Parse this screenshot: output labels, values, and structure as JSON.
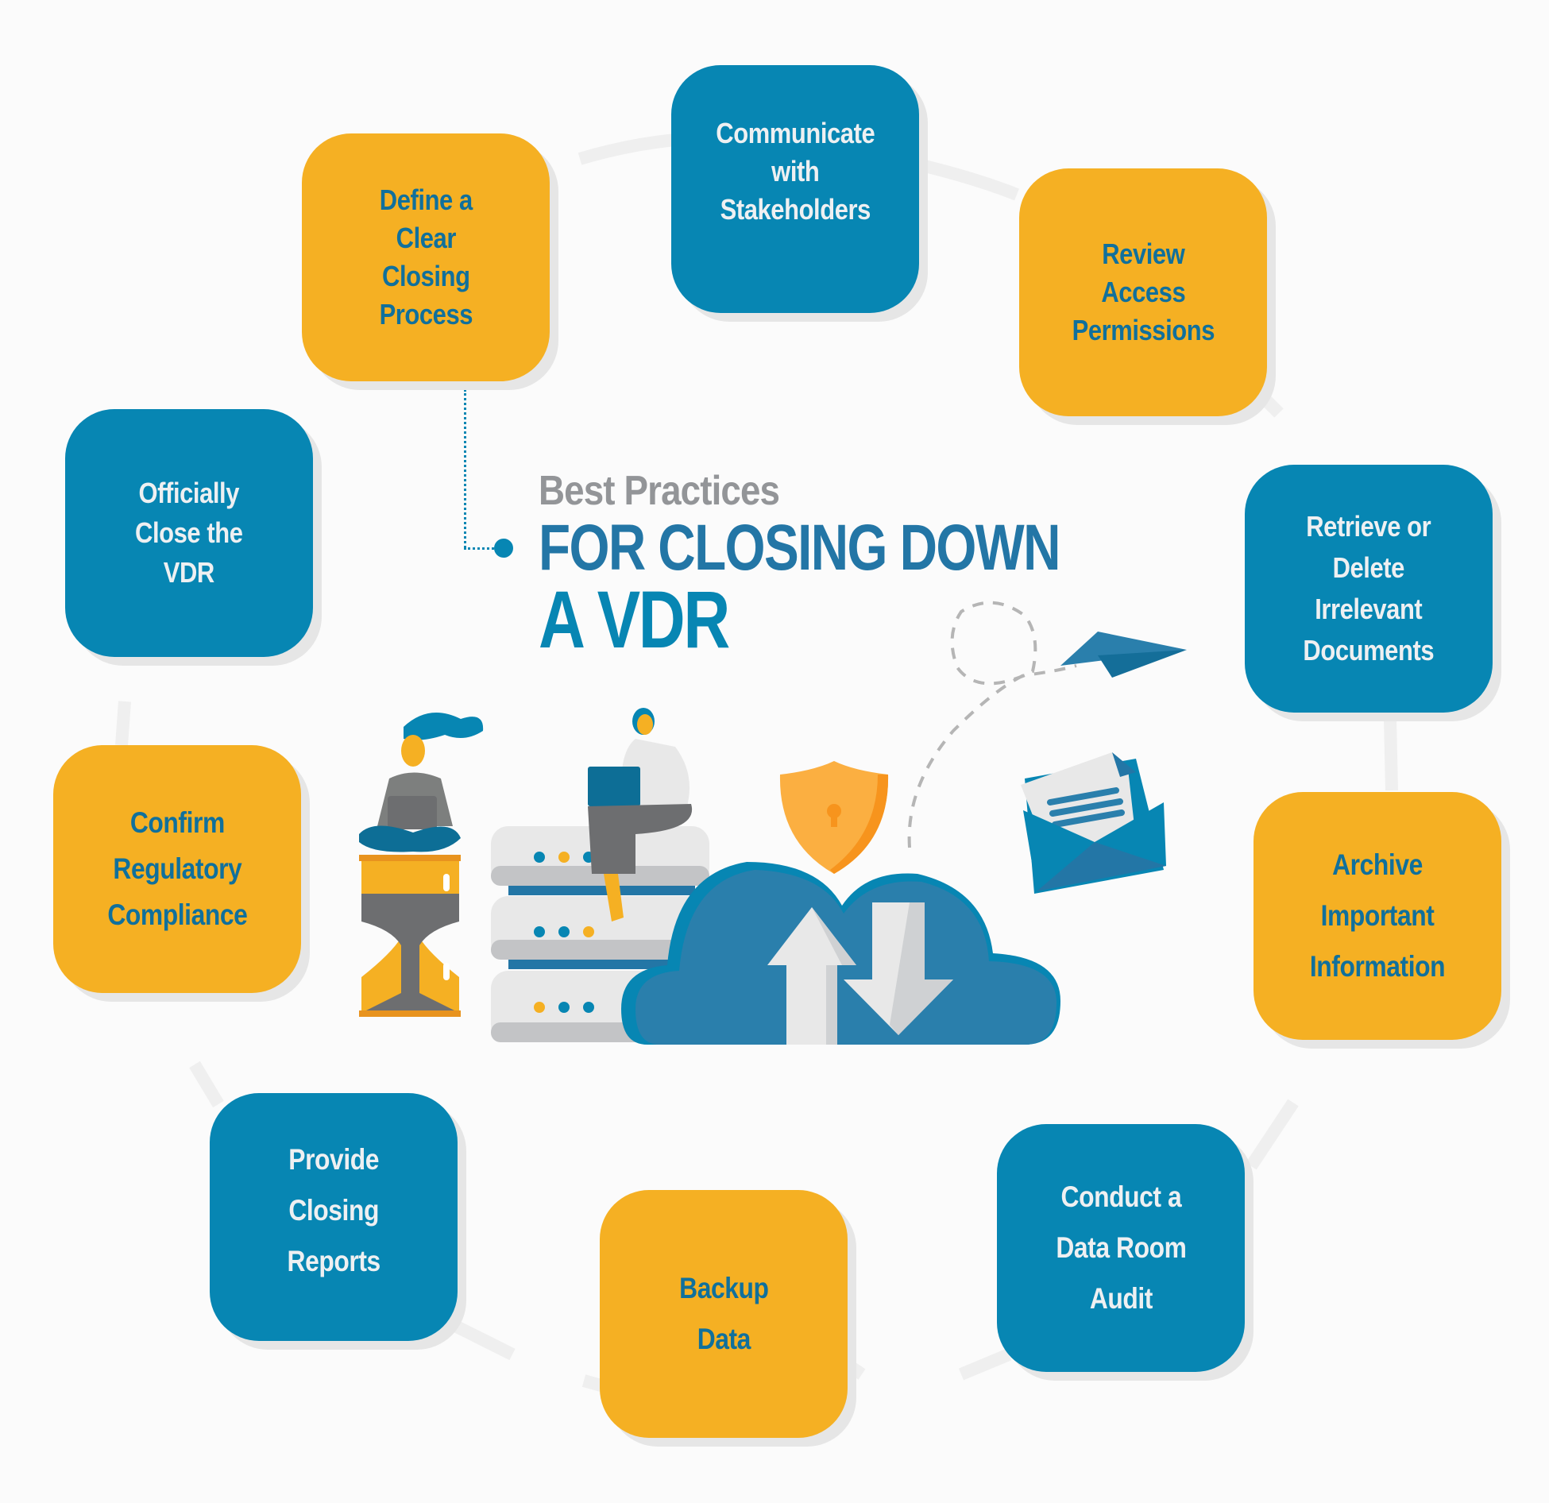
{
  "title": {
    "subtitle": "Best Practices",
    "line1": "FOR CLOSING DOWN",
    "line2": "A VDR"
  },
  "colors": {
    "blue": "#0786b3",
    "yellow": "#f5b023",
    "title_blue": "#2376a6",
    "gray_text": "#939598",
    "ring": "#efefef"
  },
  "steps": [
    {
      "label": "Define a\nClear\nClosing\nProcess",
      "color": "yellow"
    },
    {
      "label": "Communicate\nwith\nStakeholders",
      "color": "blue"
    },
    {
      "label": "Review\nAccess\nPermissions",
      "color": "yellow"
    },
    {
      "label": "Retrieve or\nDelete\nIrrelevant\nDocuments",
      "color": "blue"
    },
    {
      "label": "Archive\nImportant\nInformation",
      "color": "yellow"
    },
    {
      "label": "Conduct a\nData Room\nAudit",
      "color": "blue"
    },
    {
      "label": "Backup\nData",
      "color": "yellow"
    },
    {
      "label": "Provide\nClosing\nReports",
      "color": "blue"
    },
    {
      "label": "Confirm\nRegulatory\nCompliance",
      "color": "yellow"
    },
    {
      "label": "Officially\nClose the\nVDR",
      "color": "blue"
    }
  ],
  "illustration": {
    "icons": [
      "person-with-laptop-icon",
      "hourglass-icon",
      "server-stack-icon",
      "cloud-sync-icon",
      "shield-lock-icon",
      "paper-plane-icon",
      "envelope-icon"
    ]
  }
}
